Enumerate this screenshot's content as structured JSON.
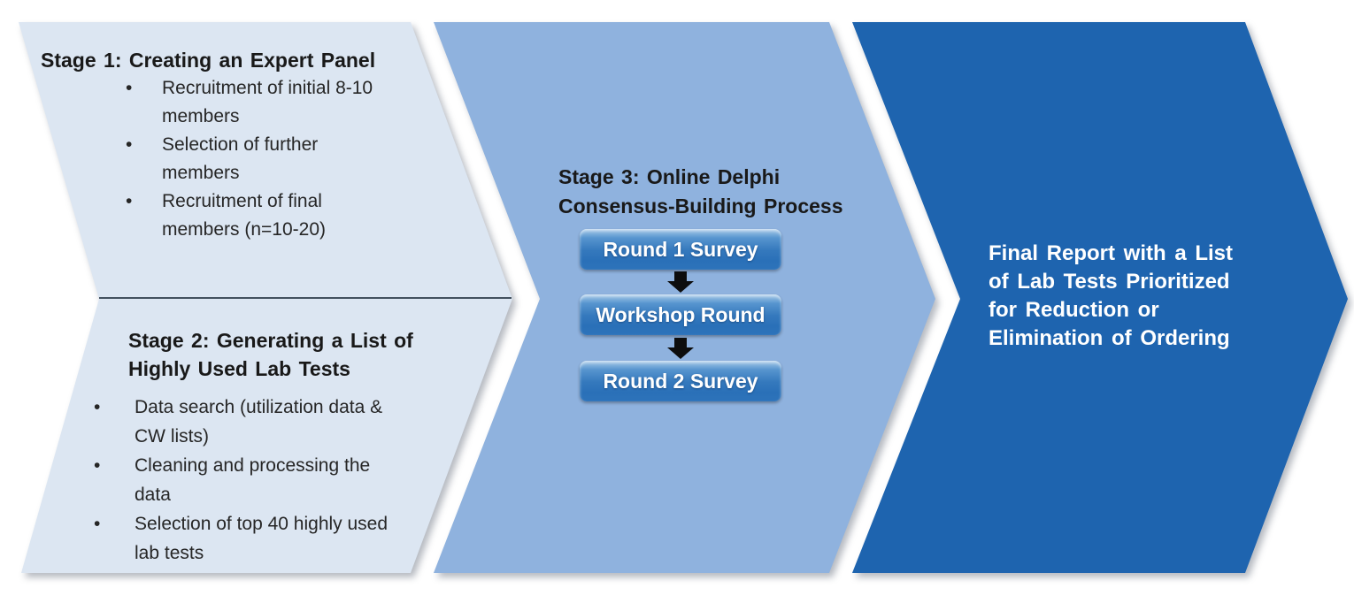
{
  "diagram": {
    "bullet_char": "•",
    "colors": {
      "stage12-fill": "#dce6f2",
      "stage3-fill": "#8fb2de",
      "final-fill": "#1e64af",
      "button-top": "#a9cbe9",
      "button-mid": "#3579bd",
      "button-bottom": "#2d73ba",
      "button-text": "#ffffff",
      "arrow-color": "#0d0d0d",
      "divider-color": "#42505e",
      "title-color": "#191919",
      "body-color": "#262626",
      "final-text": "#ffffff"
    },
    "stage1": {
      "title": "Stage 1: Creating an Expert Panel",
      "bullets": [
        {
          "lines": [
            "Recruitment of initial 8-10",
            "members"
          ]
        },
        {
          "lines": [
            "Selection of further",
            "members"
          ]
        },
        {
          "lines": [
            "Recruitment of final",
            "members (n=10-20)"
          ]
        }
      ]
    },
    "stage2": {
      "title_lines": [
        "Stage 2: Generating a List of",
        "Highly Used Lab Tests"
      ],
      "bullets": [
        {
          "lines": [
            "Data search (utilization data &",
            "CW lists)"
          ]
        },
        {
          "lines": [
            "Cleaning and processing the",
            "data"
          ]
        },
        {
          "lines": [
            "Selection of top 40 highly used",
            "lab tests"
          ]
        }
      ]
    },
    "stage3": {
      "title_lines": [
        "Stage 3: Online Delphi",
        "Consensus-Building Process"
      ],
      "buttons": [
        "Round 1 Survey",
        "Workshop Round",
        "Round 2 Survey"
      ]
    },
    "final": {
      "lines": [
        "Final Report with a List",
        "of Lab Tests Prioritized",
        "for Reduction or",
        "Elimination of Ordering"
      ]
    }
  }
}
